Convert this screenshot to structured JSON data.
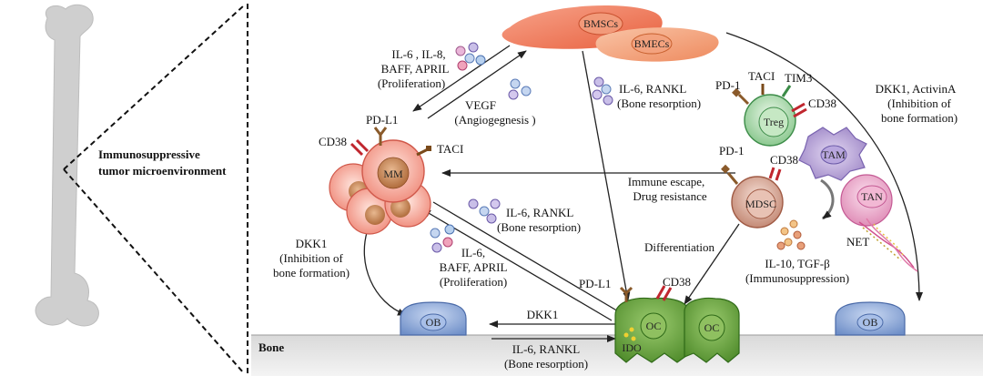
{
  "panel": {
    "title_line1": "Immunosuppressive",
    "title_line2": "tumor microenvironment",
    "bone_label": "Bone"
  },
  "cells": {
    "bmsc": "BMSCs",
    "bmec": "BMECs",
    "mm": "MM",
    "treg": "Treg",
    "tam": "TAM",
    "mdsc": "MDSC",
    "tan": "TAN",
    "net": "NET",
    "ob_left": "OB",
    "ob_right": "OB",
    "oc_left": "OC",
    "oc_right": "OC",
    "ido": "IDO"
  },
  "receptors": {
    "pdl1_mm": "PD-L1",
    "cd38_mm": "CD38",
    "taci_mm": "TACI",
    "pd1_treg": "PD-1",
    "taci_treg": "TACI",
    "tim3_treg": "TIM3",
    "cd38_treg": "CD38",
    "pd1_mdsc": "PD-1",
    "cd38_mdsc": "CD38",
    "pdl1_oc": "PD-L1",
    "cd38_oc": "CD38"
  },
  "annotations": {
    "bmsc_to_mm_1": "IL-6 , IL-8,",
    "bmsc_to_mm_2": "BAFF, APRIL",
    "bmsc_to_mm_3": "(Proliferation)",
    "vegf_1": "VEGF",
    "vegf_2": "(Angiogegnesis )",
    "bmsc_oc_1": "IL-6, RANKL",
    "bmsc_oc_2": "(Bone resorption)",
    "dkk_right_1": "DKK1, ActivinA",
    "dkk_right_2": "(Inhibition of",
    "dkk_right_3": "bone formation)",
    "immune_1": "Immune escape,",
    "immune_2": "Drug resistance",
    "mm_oc_1": "IL-6, RANKL",
    "mm_oc_2": "(Bone resorption)",
    "oc_mm_1": "IL-6,",
    "oc_mm_2": "BAFF, APRIL",
    "oc_mm_3": "(Proliferation)",
    "dkk_left_1": "DKK1",
    "dkk_left_2": "(Inhibition of",
    "dkk_left_3": "bone formation)",
    "differentiation": "Differentiation",
    "il10_1": "IL-10, TGF-β",
    "il10_2": "(Immunosuppression)",
    "ob_oc_dkk1": "DKK1",
    "bottom_1": "IL-6, RANKL",
    "bottom_2": "(Bone resorption)"
  }
}
